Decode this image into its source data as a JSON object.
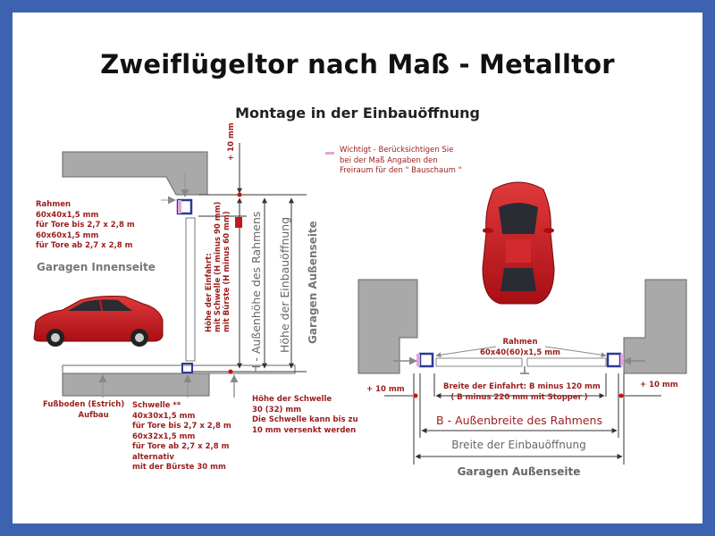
{
  "title": "Zweiflügeltor nach Maß - Metalltor",
  "subtitle": "Montage in der Einbauöffnung",
  "note": {
    "line1": "Wichtigt - Berücksichtigen Sie",
    "line2": "bei der Maß Angaben den",
    "line3": "Freiraum für den \" Bauschaum \""
  },
  "left": {
    "rahmen": [
      "Rahmen",
      "60x40x1,5 mm",
      "für Tore bis 2,7 x 2,8 m",
      "60x60x1,5 mm",
      "für Tore ab 2,7 x 2,8 m"
    ],
    "garagen_innenseite": "Garagen Innenseite",
    "plus10": "+ 10 mm",
    "einfahrt": [
      "Höhe der Einfahrt:",
      "mit Schwelle (H minus 90 mm)",
      "mit Bürste (H minus 60 mm)"
    ],
    "aussenhoehe": "H - Außenhöhe des Rahmens",
    "einbauhoehe": "Höhe der Einbauöffnung",
    "aussenseite": "Garagen Außenseite",
    "fussboden": [
      "Fußboden (Estrich)",
      "Aufbau"
    ],
    "schwelle": [
      "Schwelle  **",
      "40x30x1,5 mm",
      "für Tore bis 2,7 x 2,8 m",
      "60x32x1,5 mm",
      "für Tore ab 2,7 x 2,8 m",
      "alternativ",
      "mit der Bürste 30 mm"
    ],
    "schwelle_hoehe": [
      "Höhe der Schwelle",
      "30 (32) mm",
      "Die Schwelle kann bis zu",
      "10 mm versenkt werden"
    ]
  },
  "right": {
    "rahmen": [
      "Rahmen",
      "60x40(60)x1,5 mm"
    ],
    "plus10_left": "+ 10 mm",
    "plus10_right": "+ 10 mm",
    "breite_einfahrt": [
      "Breite der Einfahrt: B minus 120 mm",
      "( B minus 220 mm mit Stopper )"
    ],
    "aussenbreite": "B - Außenbreite des Rahmens",
    "breite_einbau": "Breite der Einbauöffnung",
    "aussenseite": "Garagen Außenseite"
  },
  "colors": {
    "border": "#3d62b0",
    "label_red": "#9b1c1c",
    "wall": "#a9a9a9",
    "frame_blue": "#2a3a9a",
    "marker_pink": "#e0a6d6",
    "marker_red": "#cc1111",
    "car_red": "#c8161d"
  }
}
